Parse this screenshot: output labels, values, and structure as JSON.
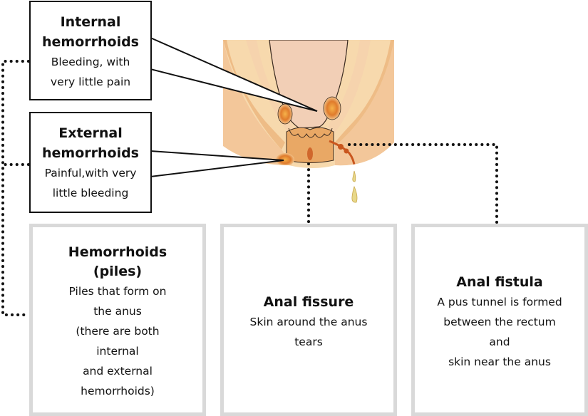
{
  "callouts": {
    "internal": {
      "title": "Internal\nhemorrhoids",
      "desc": "Bleeding, with\nvery little pain"
    },
    "external": {
      "title": "External\nhemorrhoids",
      "desc": "Painful,with very\nlittle bleeding"
    }
  },
  "panels": {
    "hemorrhoids": {
      "title": "Hemorrhoids\n(piles)",
      "desc": "Piles that form on\nthe anus\n(there are both\ninternal\nand external\nhemorrhoids)"
    },
    "fissure": {
      "title": "Anal fissure",
      "desc": "Skin around the anus\ntears"
    },
    "fistula": {
      "title": "Anal fistula",
      "desc": "A pus tunnel is formed\nbetween the rectum\nand\nskin near the anus"
    }
  },
  "colors": {
    "skin": "#f7d9ad",
    "rectum": "#f2cfb6",
    "muscle": "#eebc86",
    "canal": "#e9a865",
    "inflamed": "#e07b2c",
    "pus": "#e8d88a",
    "panel_border": "#d9d9d9"
  }
}
